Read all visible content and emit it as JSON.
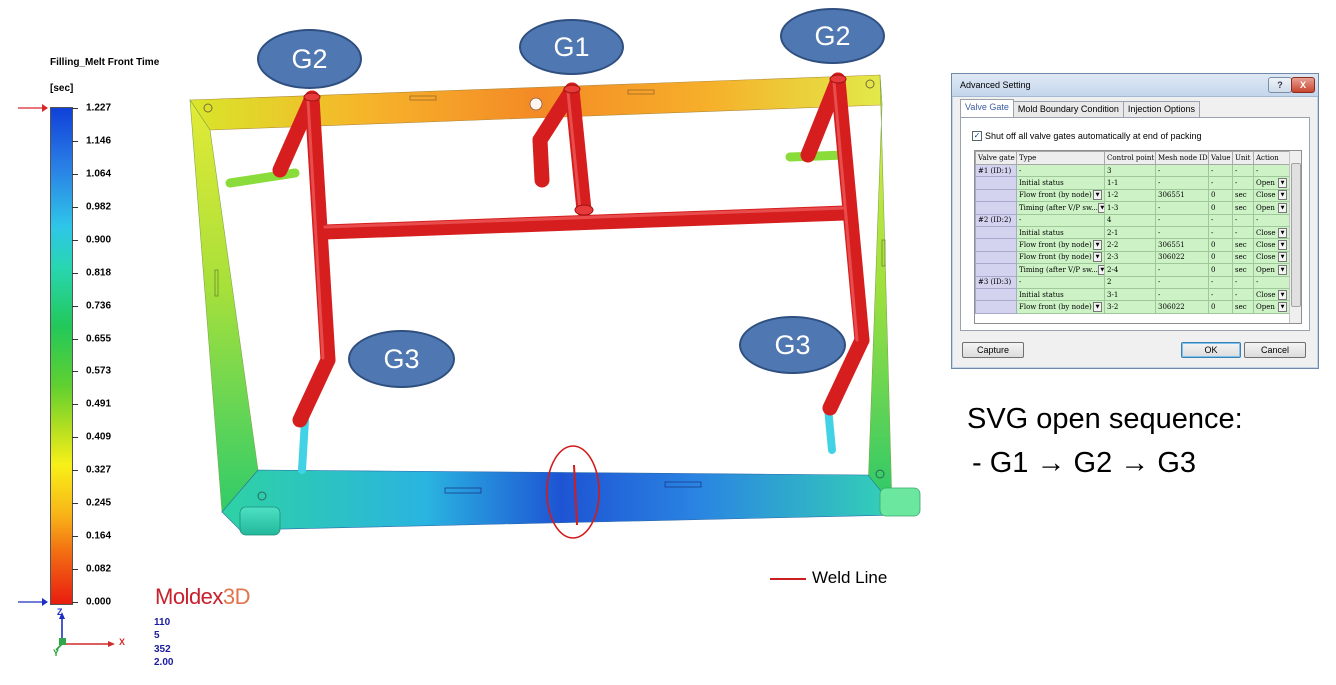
{
  "legend": {
    "title": "Filling_Melt Front Time",
    "unit": "[sec]",
    "ticks": [
      "1.227",
      "1.146",
      "1.064",
      "0.982",
      "0.900",
      "0.818",
      "0.736",
      "0.655",
      "0.573",
      "0.491",
      "0.409",
      "0.327",
      "0.245",
      "0.164",
      "0.082",
      "0.000"
    ],
    "max_marker_color": "#d8262c",
    "min_marker_color": "#1c2fc4"
  },
  "brand": {
    "name_main": "Moldex",
    "name_3d": "3D"
  },
  "axes": {
    "z": "Z",
    "x": "X",
    "y": "Y"
  },
  "info_lines": [
    "110",
    "5",
    "352",
    "2.00"
  ],
  "gates": {
    "g1": "G1",
    "g2_left": "G2",
    "g2_right": "G2",
    "g3_left": "G3",
    "g3_right": "G3",
    "bubble_color": "#4f77b1"
  },
  "weld_legend": {
    "label": "Weld Line",
    "color": "#cc1f1f"
  },
  "sequence": {
    "title": "SVG open sequence:",
    "line_prefix": "- G1",
    "arrow": "→",
    "step2": "G2",
    "step3": "G3"
  },
  "dialog": {
    "title": "Advanced Setting",
    "help_label": "?",
    "close_label": "X",
    "tabs": [
      "Valve Gate",
      "Mold Boundary Condition",
      "Injection Options"
    ],
    "checkbox_label": "Shut off all valve gates automatically at end of packing",
    "checkbox_mark": "✓",
    "columns": [
      "Valve gate",
      "Type",
      "Control point",
      "Mesh node ID",
      "Value",
      "Unit",
      "Action"
    ],
    "rows": [
      {
        "gate": "#1 (ID:1)",
        "type": "-",
        "control": "3",
        "mesh": "-",
        "value": "-",
        "unit": "-",
        "action": "-"
      },
      {
        "gate": "",
        "type": "Initial status",
        "control": "1-1",
        "mesh": "-",
        "value": "-",
        "unit": "-",
        "action": "Open"
      },
      {
        "gate": "",
        "type": "Flow front (by node)",
        "control": "1-2",
        "mesh": "306551",
        "value": "0",
        "unit": "sec",
        "action": "Close"
      },
      {
        "gate": "",
        "type": "Timing (after V/P sw...",
        "control": "1-3",
        "mesh": "-",
        "value": "0",
        "unit": "sec",
        "action": "Open"
      },
      {
        "gate": "#2 (ID:2)",
        "type": "-",
        "control": "4",
        "mesh": "-",
        "value": "-",
        "unit": "-",
        "action": "-"
      },
      {
        "gate": "",
        "type": "Initial status",
        "control": "2-1",
        "mesh": "-",
        "value": "-",
        "unit": "-",
        "action": "Close"
      },
      {
        "gate": "",
        "type": "Flow front (by node)",
        "control": "2-2",
        "mesh": "306551",
        "value": "0",
        "unit": "sec",
        "action": "Close"
      },
      {
        "gate": "",
        "type": "Flow front (by node)",
        "control": "2-3",
        "mesh": "306022",
        "value": "0",
        "unit": "sec",
        "action": "Close"
      },
      {
        "gate": "",
        "type": "Timing (after V/P sw...",
        "control": "2-4",
        "mesh": "-",
        "value": "0",
        "unit": "sec",
        "action": "Open"
      },
      {
        "gate": "#3 (ID:3)",
        "type": "-",
        "control": "2",
        "mesh": "-",
        "value": "-",
        "unit": "-",
        "action": "-"
      },
      {
        "gate": "",
        "type": "Initial status",
        "control": "3-1",
        "mesh": "-",
        "value": "-",
        "unit": "-",
        "action": "Close"
      },
      {
        "gate": "",
        "type": "Flow front (by node)",
        "control": "3-2",
        "mesh": "306022",
        "value": "0",
        "unit": "sec",
        "action": "Open"
      }
    ],
    "dropdown_rows": [
      2,
      3,
      6,
      7,
      8,
      11
    ],
    "action_dropdown_rows": [
      1,
      2,
      3,
      5,
      6,
      7,
      8,
      10,
      11
    ],
    "buttons": {
      "capture": "Capture",
      "ok": "OK",
      "cancel": "Cancel"
    }
  }
}
